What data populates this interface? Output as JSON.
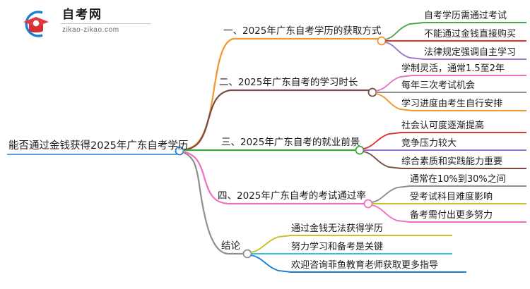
{
  "logo": {
    "name_cn": "自考网",
    "url": "zikao-zikao.com",
    "mark_icon": "graduation-cap-icon",
    "arc_color": "#1a7fd4",
    "cap_color": "#e03a3e"
  },
  "mindmap": {
    "root": {
      "label": "能否通过金钱获得2025年广东自考学历",
      "color": "#1a7fd4"
    },
    "branches": [
      {
        "label": "一、2025年广东自考学历的获取方式",
        "color": "#f2972c",
        "children": [
          {
            "label": "自考学历需通过考试",
            "color": "#4ca64c"
          },
          {
            "label": "不能通过金钱直接购买",
            "color": "#e03535"
          },
          {
            "label": "法律规定强调自主学习",
            "color": "#9b74d1"
          }
        ]
      },
      {
        "label": "二、2025年广东自考的学习时长",
        "color": "#7a4a45",
        "children": [
          {
            "label": "学制灵活，通常1.5至2年",
            "color": "#e873c0"
          },
          {
            "label": "每年三次考试机会",
            "color": "#8f8f8f"
          },
          {
            "label": "学习进度由考生自行安排",
            "color": "#f2972c"
          }
        ]
      },
      {
        "label": "三、2025年广东自考的就业前景",
        "color": "#3bac3b",
        "children": [
          {
            "label": "社会认可度逐渐提高",
            "color": "#e03535"
          },
          {
            "label": "竞争压力较大",
            "color": "#9b74d1"
          },
          {
            "label": "综合素质和实践能力重要",
            "color": "#7a4a45"
          }
        ]
      },
      {
        "label": "四、2025年广东自考的考试通过率",
        "color": "#ee6fc0",
        "children": [
          {
            "label": "通常在10%到30%之间",
            "color": "#8f8f8f"
          },
          {
            "label": "受考试科目难度影响",
            "color": "#c9c128"
          },
          {
            "label": "备考需付出更多努力",
            "color": "#ee6fc0"
          }
        ]
      },
      {
        "label": "结论",
        "color": "#8f8f8f",
        "children": [
          {
            "label": "通过金钱无法获得学历",
            "color": "#c9c128"
          },
          {
            "label": "努力学习和备考是关键",
            "color": "#2ec4d8"
          },
          {
            "label": "欢迎咨询菲鱼教育老师获取更多指导",
            "color": "#1a7fd4"
          }
        ]
      }
    ]
  }
}
